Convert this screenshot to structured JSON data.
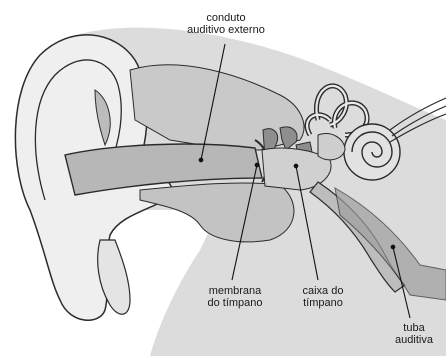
{
  "labels": {
    "external_canal": {
      "line1": "conduto",
      "line2": "auditivo externo"
    },
    "eardrum": {
      "line1": "membrana",
      "line2": "do tímpano"
    },
    "tympanic_cavity": {
      "line1": "caixa do",
      "line2": "tímpano"
    },
    "auditory_tube": {
      "line1": "tuba",
      "line2": "auditiva"
    }
  },
  "colors": {
    "tissue": "#c9c9c9",
    "tissue_light": "#dcdcdc",
    "cartilage": "#efefef",
    "canal": "#b7b7b7",
    "outline": "#2b2b2b",
    "leader": "#111111"
  }
}
